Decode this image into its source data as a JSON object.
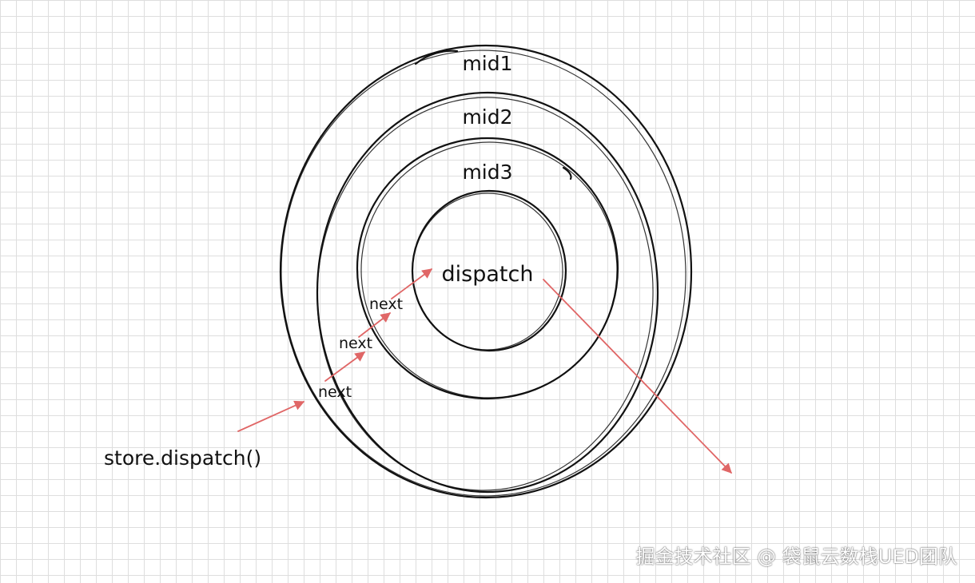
{
  "labels": {
    "mid1": "mid1",
    "mid2": "mid2",
    "mid3": "mid3",
    "dispatch": "dispatch",
    "next_inner": "next",
    "next_middle": "next",
    "next_outer": "next",
    "store_dispatch": "store.dispatch()"
  },
  "watermark": "掘金技术社区 @ 袋鼠云数栈UED团队",
  "colors": {
    "background": "#ffffff",
    "grid": "#dedede",
    "ink": "#111111",
    "arrow": "#e06666"
  }
}
